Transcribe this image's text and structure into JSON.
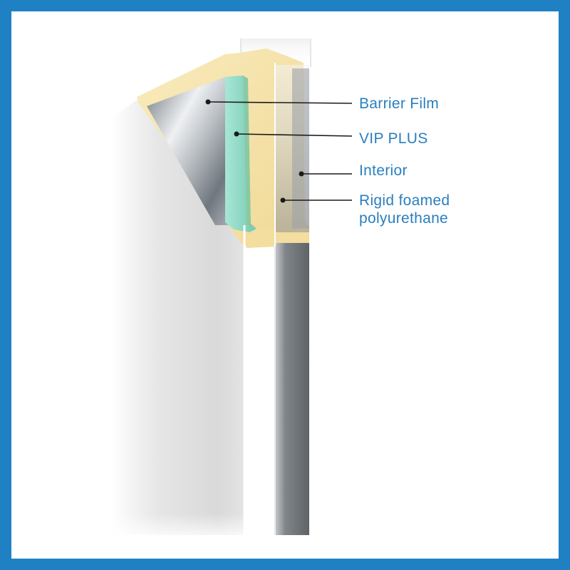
{
  "colors": {
    "frame": "#1f80c4",
    "label_text": "#2a7fbf",
    "leader_line": "#1a1a1a",
    "foam": "#f6e3a8",
    "vip_panel": "#8ed8c4",
    "barrier_metal": "#9aa1a8",
    "interior_panel": "#6f7479",
    "outer_wall": "#e1e1e1"
  },
  "labels": {
    "barrier_film": "Barrier Film",
    "vip_plus": "VIP PLUS",
    "interior": "Interior",
    "rigid_foam_line1": "Rigid foamed",
    "rigid_foam_line2": "polyurethane"
  }
}
